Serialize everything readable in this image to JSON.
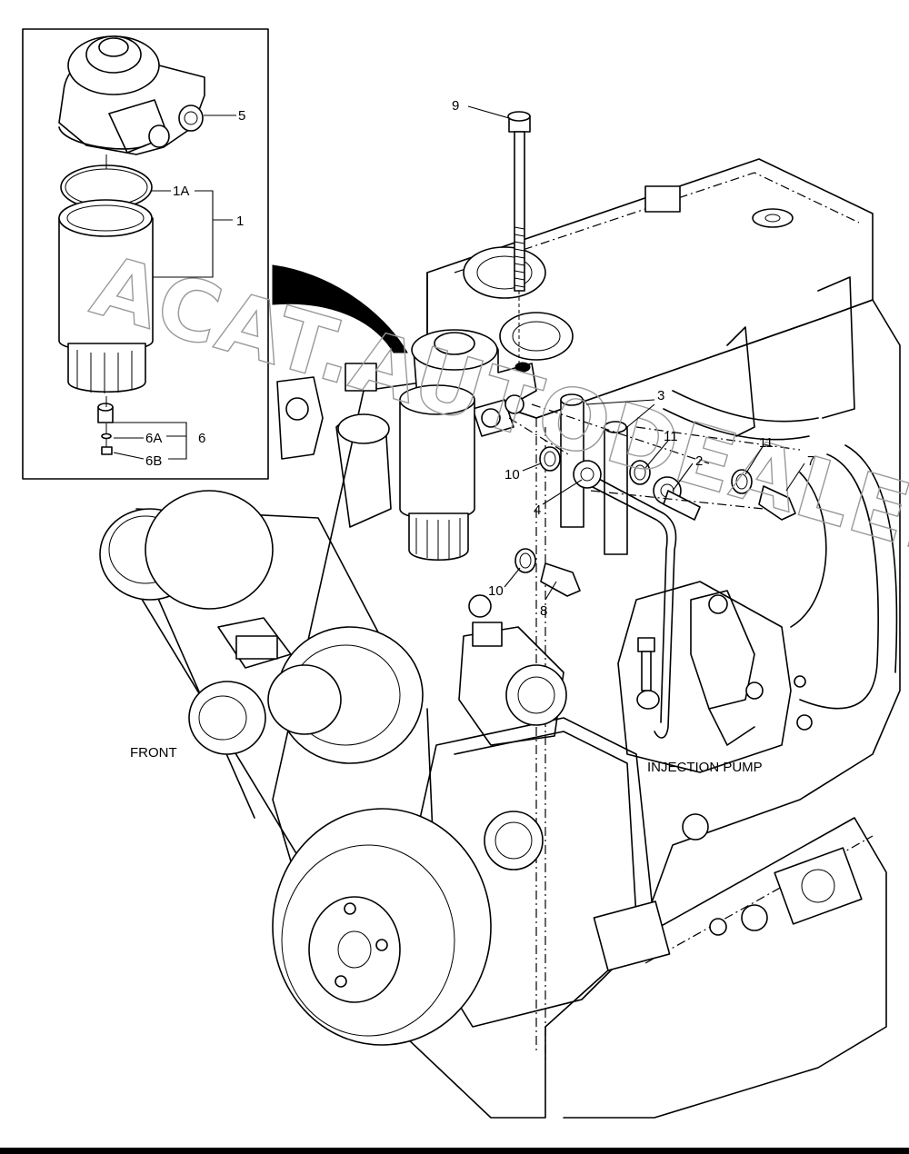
{
  "watermark": "ACAT.AUTODEALER.RU",
  "labels": {
    "part_1": "1",
    "part_1a": "1A",
    "part_2": "2",
    "part_3": "3",
    "part_4": "4",
    "part_5": "5",
    "part_6": "6",
    "part_6a": "6A",
    "part_6b": "6B",
    "part_7": "7",
    "part_8": "8",
    "part_9": "9",
    "part_10a": "10",
    "part_10b": "10",
    "part_11a": "11",
    "part_11b": "11",
    "front": "FRONT",
    "injection_pump": "INJECTION PUMP"
  }
}
